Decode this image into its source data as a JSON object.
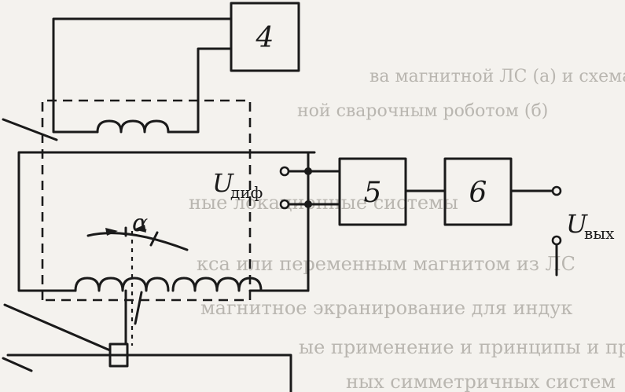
{
  "blocks": {
    "b4": "4",
    "b5": "5",
    "b6": "6"
  },
  "labels": {
    "u_dif_main": "U",
    "u_dif_sub": "диф",
    "u_out_main": "U",
    "u_out_sub": "вых",
    "alpha": "α"
  },
  "background_text": [
    "ва магнитной ЛС (а) и схема включения индук",
    "ной сварочным роботом (б)",
    "ные локационные системы",
    "кса или переменным магнитом из ЛС",
    "магнитное экранирование для индук",
    "ые применение и принципы и принятие",
    "ных симметричных систем"
  ],
  "colors": {
    "ink": "#1a1a1a",
    "paper": "#f4f2ee",
    "faded": "#b9b6b0"
  }
}
